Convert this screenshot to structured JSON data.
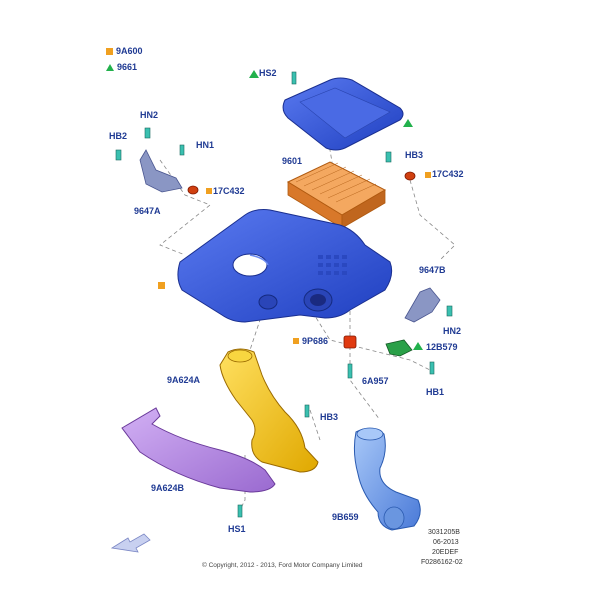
{
  "legend": [
    {
      "marker": "square",
      "color": "#f0a020",
      "label": "9A600"
    },
    {
      "marker": "triangle",
      "color": "#22b14c",
      "label": "9661"
    }
  ],
  "callouts": {
    "hs2": "HS2",
    "hn2_left": "HN2",
    "hb2": "HB2",
    "hn1": "HN1",
    "p9647a": "9647A",
    "p17c432_left": "17C432",
    "p9601": "9601",
    "hb3_top": "HB3",
    "p17c432_right": "17C432",
    "p9647b": "9647B",
    "hn2_right": "HN2",
    "p9p686": "9P686",
    "p12b579": "12B579",
    "p6a957": "6A957",
    "hb1": "HB1",
    "p9a624a": "9A624A",
    "hb3_mid": "HB3",
    "p9a624b": "9A624B",
    "hs1": "HS1",
    "p9b659": "9B659"
  },
  "doc_info": {
    "line1": "3031205B",
    "line2": "06-2013",
    "line3": "20EDEF",
    "line4": "F0286162-02"
  },
  "copyright": "© Copyright, 2012 - 2013, Ford Motor Company Limited",
  "colors": {
    "housing_blue": "#3a5ad8",
    "filter_orange": "#e88a3a",
    "duct_yellow": "#f0c020",
    "duct_purple": "#b488e0",
    "hose_lightblue": "#7aa6e8",
    "label_blue": "#1f3a93",
    "legend_square": "#f0a020",
    "legend_triangle": "#22b14c"
  },
  "icons": {
    "nav": "direction-arrow-icon"
  }
}
